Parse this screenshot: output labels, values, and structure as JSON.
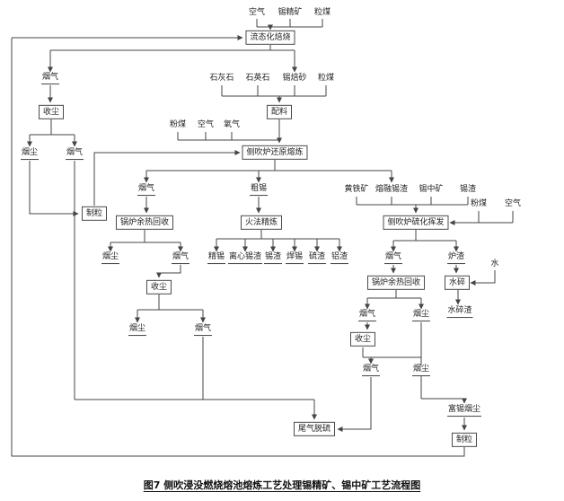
{
  "caption": "图7  侧吹浸没燃烧熔池熔炼工艺处理锡精矿、锡中矿工艺流程图",
  "colors": {
    "line": "#444444",
    "box_border": "#4a4a4a",
    "text": "#222222"
  },
  "nodes": {
    "fluidized_roasting": "流态化焙烧",
    "dust_collect_1": "收尘",
    "batching": "配料",
    "reduction_smelting": "侧吹炉还原熔炼",
    "granulation_left": "制粒",
    "boiler_heat_left": "锅炉余热回收",
    "fire_refining": "火法精炼",
    "sulfidation_fuming": "侧吹炉硫化挥发",
    "dust_collect_2": "收尘",
    "boiler_heat_right": "锅炉余热回收",
    "water_quench": "水碎",
    "dust_collect_3": "收尘",
    "tail_gas_desulf": "尾气脱硫",
    "granulation_bottom": "制粒"
  },
  "labels": {
    "air_top": "空气",
    "tin_concentrate": "锡精矿",
    "coal_top": "粒煤",
    "flue_gas_1": "烟气",
    "limestone": "石灰石",
    "quartz": "石英石",
    "tin_calcine": "锡焙砂",
    "coal_2": "粒煤",
    "dust_1": "烟尘",
    "flue_gas_2": "烟气",
    "pulv_coal_1": "粉煤",
    "air_2": "空气",
    "oxygen": "氧气",
    "flue_gas_3": "烟气",
    "crude_tin": "粗锡",
    "pyrite": "黄铁矿",
    "molten_tin_slag": "熔融锡渣",
    "tin_middling": "锡中矿",
    "tin_slag_in": "锡渣",
    "pulv_coal_2": "粉煤",
    "air_3": "空气",
    "dust_2": "烟尘",
    "flue_gas_4": "烟气",
    "refined_tin": "精锡",
    "centrifuge_slag": "离心锡渣",
    "tin_slag_out": "锡渣",
    "solder": "焊锡",
    "sulfur_slag": "硫渣",
    "aluminum_slag": "铝渣",
    "flue_gas_5": "烟气",
    "furnace_slag": "炉渣",
    "water": "水",
    "flue_gas_6": "烟气",
    "dust_3": "烟尘",
    "quenched_slag": "水碎渣",
    "dust_4": "烟尘",
    "flue_gas_7": "烟气",
    "flue_gas_8": "烟气",
    "dust_5": "烟尘",
    "rich_tin_dust": "富锡烟尘"
  }
}
